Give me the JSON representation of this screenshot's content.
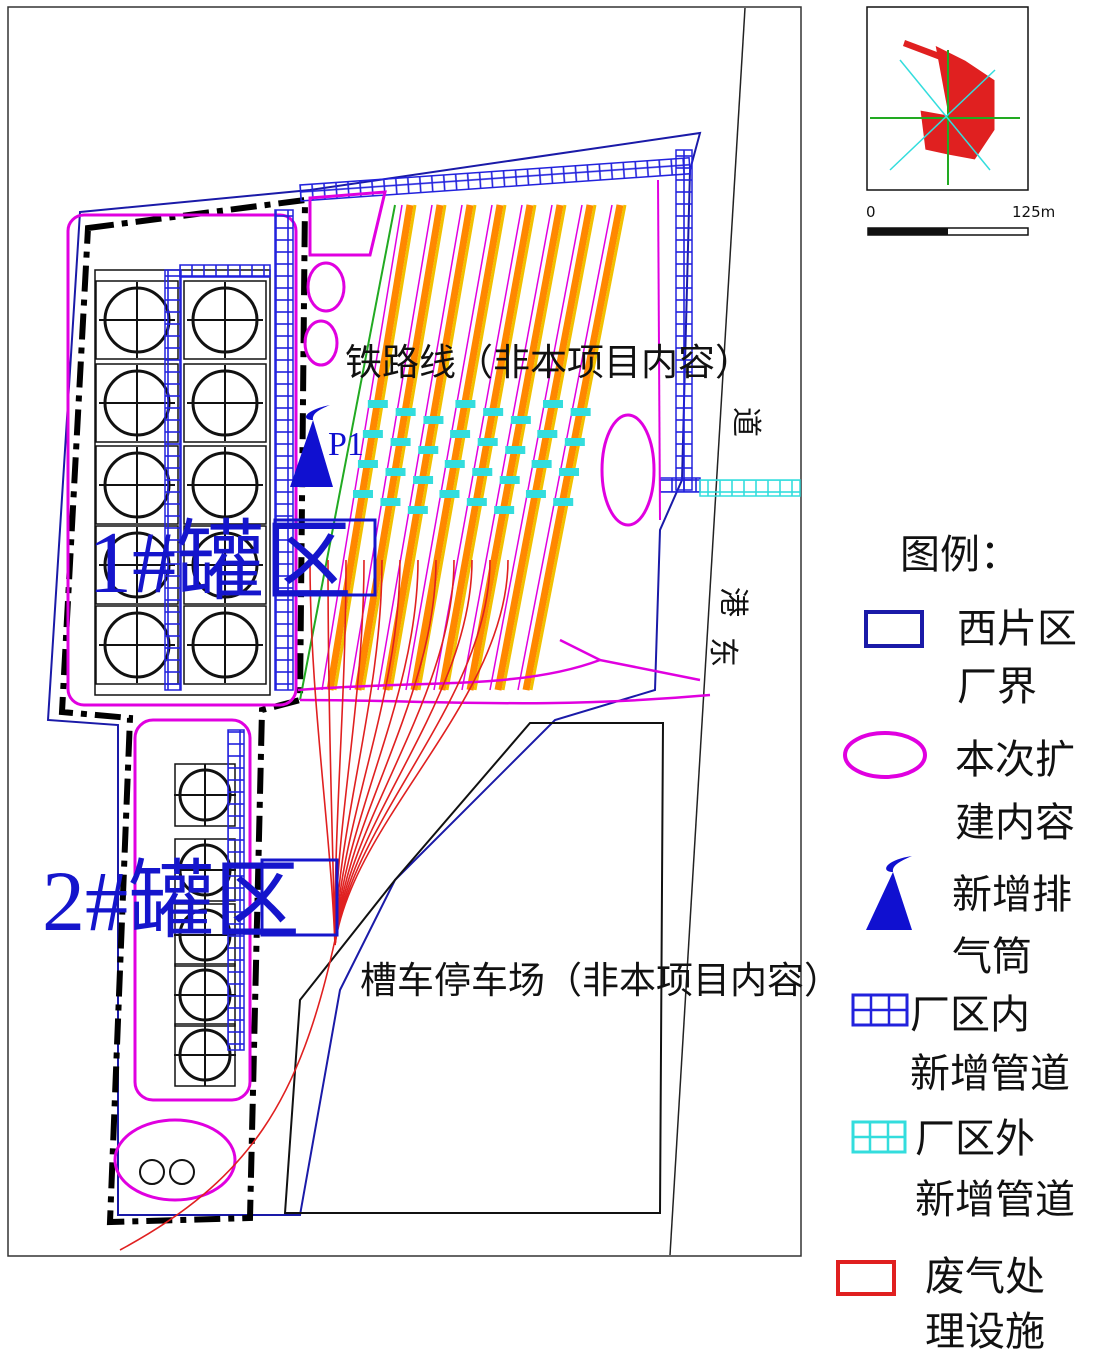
{
  "map": {
    "labels": {
      "railway": "铁路线（非本项目内容）",
      "parking": "槽车停车场（非本项目内容）",
      "tank_area_1": "1#罐区",
      "tank_area_2": "2#罐区",
      "stack_id": "P1",
      "road_char_1": "道",
      "road_char_2": "港",
      "road_char_3": "东"
    },
    "scale": {
      "start": "0",
      "end": "125m"
    },
    "colors": {
      "boundary": "#1a1aa8",
      "expansion": "#e000e0",
      "stack": "#1010d0",
      "pipe_inside": "#2222dd",
      "pipe_outside": "#33dddd",
      "treatment": "#e02020",
      "railway_yellow": "#f2c000",
      "railway_orange": "#ff8800"
    }
  },
  "legend": {
    "title": "图例：",
    "items": [
      {
        "lines": [
          "西片区",
          "厂界"
        ],
        "icon": "blue-rectangle-icon"
      },
      {
        "lines": [
          "本次扩",
          "建内容"
        ],
        "icon": "magenta-ellipse-icon"
      },
      {
        "lines": [
          "新增排",
          "气筒"
        ],
        "icon": "exhaust-stack-icon"
      },
      {
        "lines": [
          "厂区内",
          "新增管道"
        ],
        "icon": "blue-pipe-grid-icon"
      },
      {
        "lines": [
          "厂区外",
          "新增管道"
        ],
        "icon": "cyan-pipe-grid-icon"
      },
      {
        "lines": [
          "废气处",
          "理设施"
        ],
        "icon": "red-rectangle-icon"
      }
    ]
  }
}
